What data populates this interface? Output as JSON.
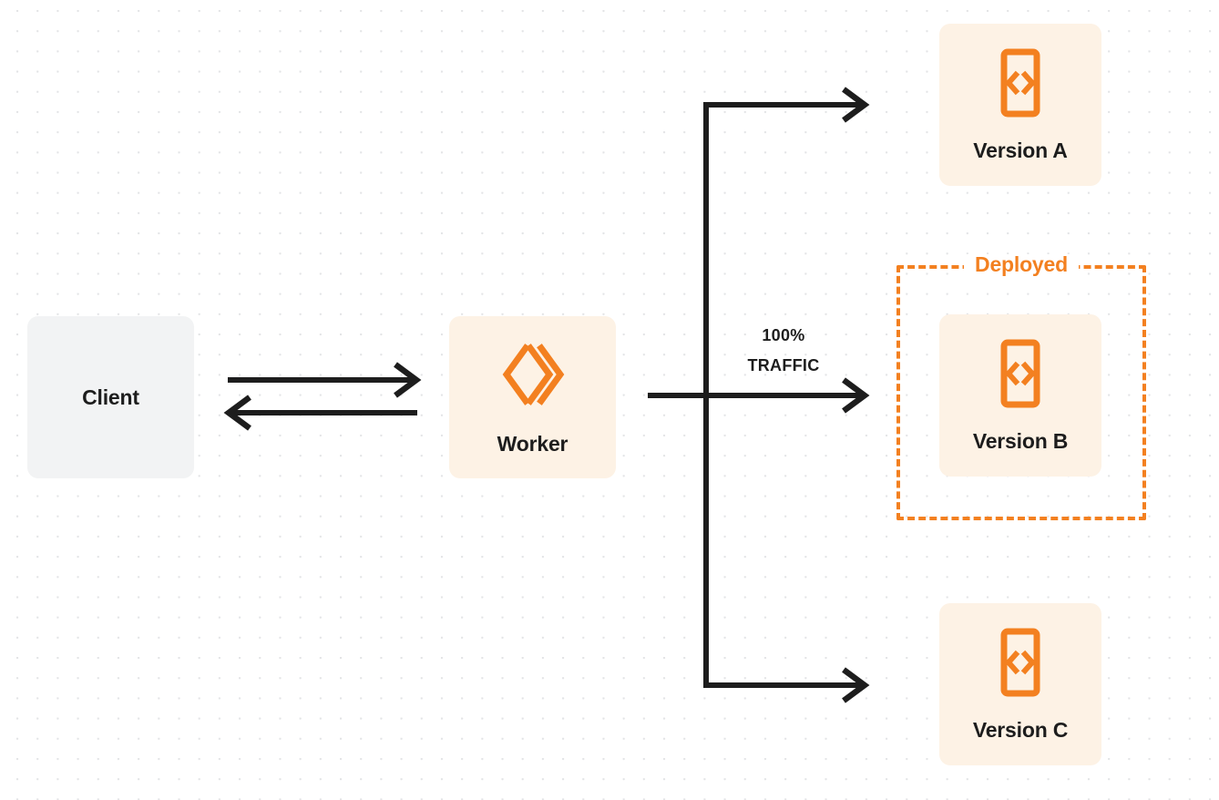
{
  "diagram": {
    "title": "Worker version traffic routing",
    "accent_color": "#f38020",
    "node_bg_orange": "#fdf2e5",
    "node_bg_gray": "#f2f3f4",
    "line_color": "#1d1d1d",
    "background_color": "#ffffff"
  },
  "nodes": {
    "client": {
      "label": "Client",
      "icon": "none"
    },
    "worker": {
      "label": "Worker",
      "icon": "cloudflare-workers-logo"
    },
    "version_a": {
      "label": "Version A",
      "icon": "code-document-icon"
    },
    "version_b": {
      "label": "Version B",
      "icon": "code-document-icon"
    },
    "version_c": {
      "label": "Version C",
      "icon": "code-document-icon"
    }
  },
  "group": {
    "deployed": {
      "label": "Deployed",
      "style": "dashed",
      "color": "#f38020",
      "contains": "Version B"
    }
  },
  "traffic": {
    "percent": "100%",
    "caption": "TRAFFIC",
    "routed_to": "Version B"
  },
  "connections": [
    {
      "from": "Client",
      "to": "Worker",
      "direction": "right"
    },
    {
      "from": "Worker",
      "to": "Client",
      "direction": "left"
    },
    {
      "from": "Worker",
      "to": "Version A",
      "direction": "right"
    },
    {
      "from": "Worker",
      "to": "Version B",
      "direction": "right"
    },
    {
      "from": "Worker",
      "to": "Version C",
      "direction": "right"
    }
  ]
}
